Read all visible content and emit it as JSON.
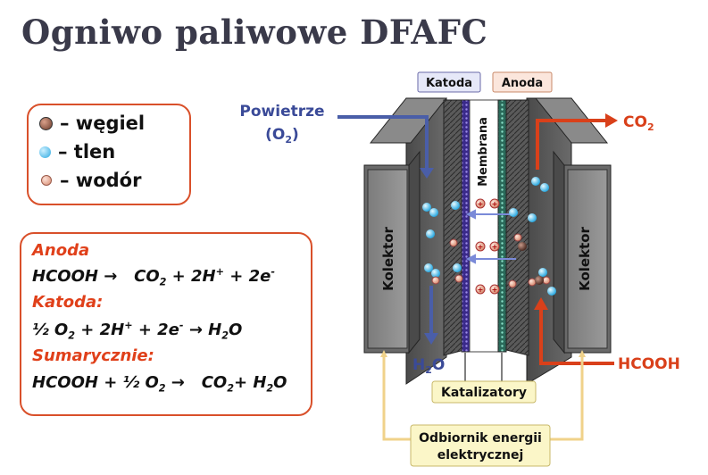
{
  "title": "Ogniwo paliwowe DFAFC",
  "legend": {
    "items": [
      {
        "label": "– węgiel",
        "color": "#7a4a3a"
      },
      {
        "label": "– tlen",
        "color": "#3ab6e8"
      },
      {
        "label": "– wodór",
        "color": "#e6a08a"
      }
    ]
  },
  "reactions": {
    "anode_header": "Anoda",
    "anode_eq": {
      "a": "HCOOH →",
      "b": "CO",
      "b_sub": "2",
      "c": " + 2H",
      "c_sup": "+",
      "d": " + 2e",
      "d_sup": "-"
    },
    "cathode_header": "Katoda:",
    "cathode_eq": {
      "a": "½ O",
      "a_sub": "2",
      "b": " + 2H",
      "b_sup": "+",
      "c": " + 2e",
      "c_sup": "-",
      "d": " → H",
      "d_sub": "2",
      "e": "O"
    },
    "sum_header": "Sumarycznie:",
    "sum_eq": {
      "a": "HCOOH + ½ O",
      "a_sub": "2",
      "b": " →",
      "c": "CO",
      "c_sub": "2",
      "d": "+ H",
      "d_sub": "2",
      "e": "O"
    }
  },
  "diagram": {
    "katoda_label": "Katoda",
    "anoda_label": "Anoda",
    "membrana_label": "Membrana",
    "kolektor_left": "Kolektor",
    "kolektor_right": "Kolektor",
    "powietrze": "Powietrze",
    "o2_label": "(O",
    "o2_sub": "2",
    "o2_close": ")",
    "co2": "CO",
    "co2_sub": "2",
    "h2o": "H",
    "h2o_sub": "2",
    "h2o_end": "O",
    "hcooh": "HCOOH",
    "katalizatory": "Katalizatory",
    "odbiornik_line1": "Odbiornik energii",
    "odbiornik_line2": "elektrycznej",
    "colors": {
      "blue": "#4a5ea8",
      "red": "#d9401a",
      "yellow": "#f0d28a"
    }
  }
}
